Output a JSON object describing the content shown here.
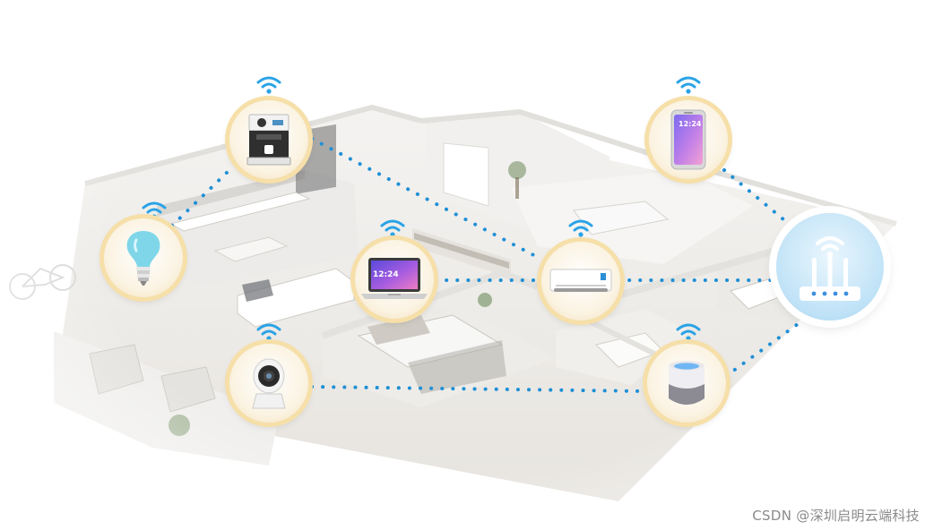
{
  "devices": {
    "laptop_screen_time": "12:24",
    "phone_screen_time": "12:24"
  },
  "watermark": "CSDN @深圳启明云端科技",
  "icons": [
    "coffee-machine-icon",
    "smart-bulb-icon",
    "laptop-icon",
    "security-camera-icon",
    "air-conditioner-icon",
    "smartphone-icon",
    "smart-speaker-icon",
    "wifi-router-icon",
    "wifi-signal-icon"
  ],
  "colors": {
    "link": "#1e8fd6",
    "wifi": "#2aa3e6",
    "ring": "#f6dfa8",
    "router_bg": "#bfe2f7"
  }
}
